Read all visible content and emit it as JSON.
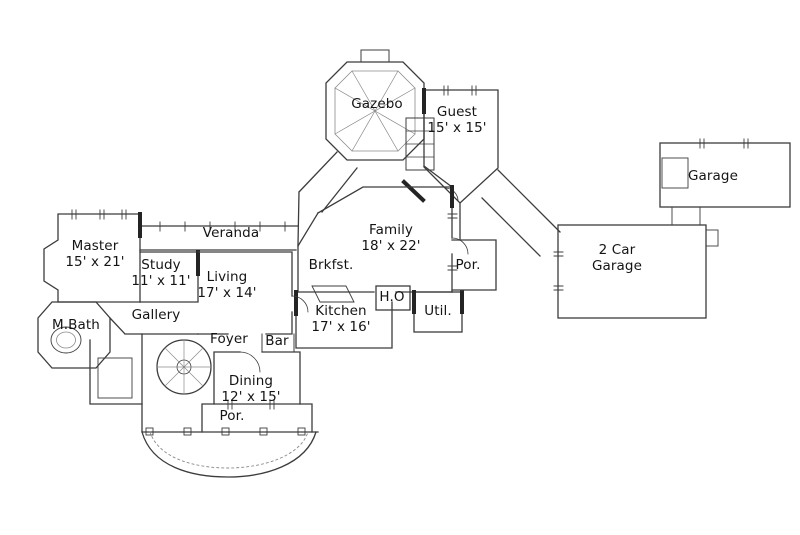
{
  "colors": {
    "wall": "#3c3c3c",
    "wall_dark": "#242424",
    "detail": "#8a8a8a",
    "text": "#141414",
    "background": "#ffffff"
  },
  "rooms": [
    {
      "id": "gazebo",
      "line1": "Gazebo",
      "line2": ""
    },
    {
      "id": "guest",
      "line1": "Guest",
      "line2": "15' x 15'"
    },
    {
      "id": "garage",
      "line1": "Garage",
      "line2": ""
    },
    {
      "id": "master",
      "line1": "Master",
      "line2": "15' x 21'"
    },
    {
      "id": "veranda",
      "line1": "Veranda",
      "line2": ""
    },
    {
      "id": "family",
      "line1": "Family",
      "line2": "18' x 22'"
    },
    {
      "id": "two-car-garage",
      "line1": "2 Car",
      "line2": "Garage"
    },
    {
      "id": "study",
      "line1": "Study",
      "line2": "11' x 11'"
    },
    {
      "id": "living",
      "line1": "Living",
      "line2": "17' x 14'"
    },
    {
      "id": "brkfst",
      "line1": "Brkfst.",
      "line2": ""
    },
    {
      "id": "por-right",
      "line1": "Por.",
      "line2": ""
    },
    {
      "id": "m-bath",
      "line1": "M.Bath",
      "line2": ""
    },
    {
      "id": "gallery",
      "line1": "Gallery",
      "line2": ""
    },
    {
      "id": "ho",
      "line1": "H.O",
      "line2": ""
    },
    {
      "id": "util",
      "line1": "Util.",
      "line2": ""
    },
    {
      "id": "kitchen",
      "line1": "Kitchen",
      "line2": "17' x 16'"
    },
    {
      "id": "foyer",
      "line1": "Foyer",
      "line2": ""
    },
    {
      "id": "bar",
      "line1": "Bar",
      "line2": ""
    },
    {
      "id": "dining",
      "line1": "Dining",
      "line2": "12' x 15'"
    },
    {
      "id": "por-bottom",
      "line1": "Por.",
      "line2": ""
    }
  ]
}
